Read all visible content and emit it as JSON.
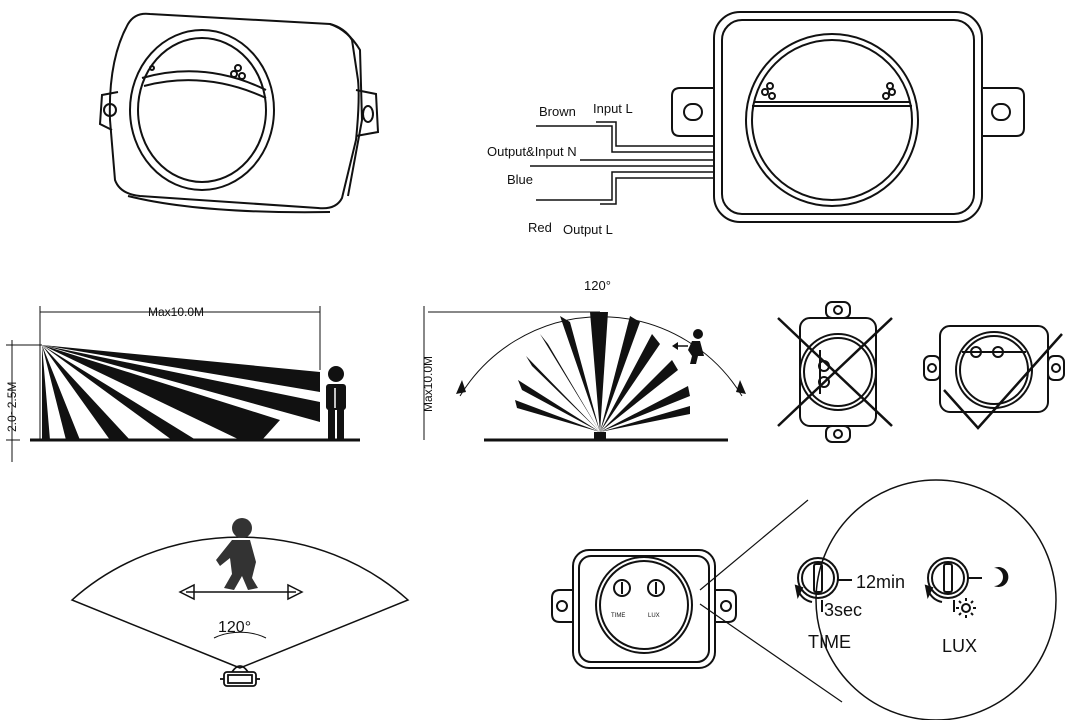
{
  "wiring": {
    "brown_label": "Brown",
    "input_l_label": "Input L",
    "output_input_n_label": "Output&Input N",
    "blue_label": "Blue",
    "red_label": "Red",
    "output_l_label": "Output L"
  },
  "side_view": {
    "range_label": "Max10.0M",
    "height_label": "2.0~2.5M"
  },
  "top_view": {
    "angle_label": "120°",
    "range_label": "Max10.0M"
  },
  "coverage": {
    "angle_label": "120°"
  },
  "controls": {
    "time_label_small": "TIME",
    "lux_label_small": "LUX",
    "time_max": "12min",
    "time_min": "3sec",
    "time_label": "TIME",
    "lux_label": "LUX"
  }
}
